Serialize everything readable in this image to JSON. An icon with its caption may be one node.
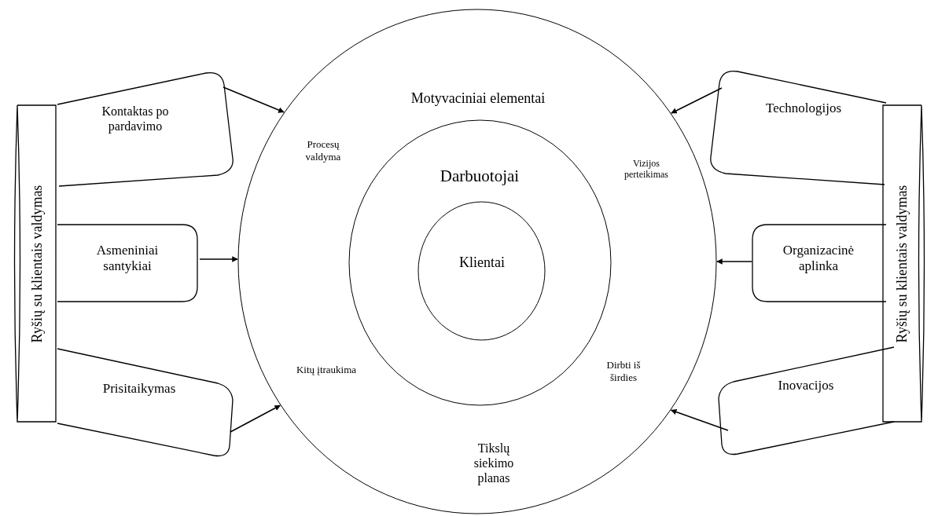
{
  "diagram": {
    "nodes": [
      {
        "text": [
          "Motyvaciniai elementai",
          "Procesų valdyma",
          "Vizijos perteikimas",
          "Kitų įtraukima",
          "Dirbti iš širdies",
          "Tikslų siekimo planas"
        ]
      },
      {
        "text": [
          "Darbuotojai"
        ],
        "in": 0
      },
      {
        "text": [
          "Klientai"
        ],
        "in": 1
      },
      {
        "text": [
          "Ryšių su klientais valdymas"
        ]
      },
      {
        "text": [
          "Kontaktas po pardavimo"
        ]
      },
      {
        "text": [
          "Asmeniniai santykiai"
        ]
      },
      {
        "text": [
          "Prisitaikymas"
        ]
      },
      {
        "text": [
          "Technologijos"
        ]
      },
      {
        "text": [
          "Organizacinė aplinka"
        ]
      },
      {
        "text": [
          "Inovacijos"
        ]
      },
      {
        "text": [
          "Ryšių su klientais valdymas"
        ]
      }
    ],
    "edges": [
      {
        "from": 4,
        "to": 0,
        "arrow": "to"
      },
      {
        "from": 5,
        "to": 0,
        "arrow": "to"
      },
      {
        "from": 6,
        "to": 0,
        "arrow": "to"
      },
      {
        "from": 7,
        "to": 0,
        "arrow": "to"
      },
      {
        "from": 8,
        "to": 0,
        "arrow": "to"
      },
      {
        "from": 9,
        "to": 0,
        "arrow": "to"
      }
    ]
  }
}
